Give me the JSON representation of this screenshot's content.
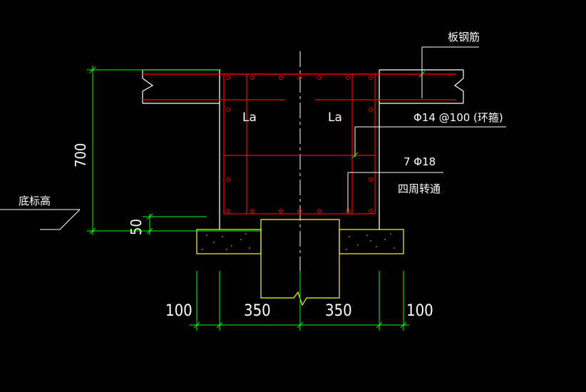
{
  "labels": {
    "slab_rebar": "板钢筋",
    "bottom_elevation": "底标高",
    "stirrup": "Φ14 @100 (环箍)",
    "main_bars": "7 Φ18",
    "around_continuous": "四周转通",
    "anchorage_left": "La",
    "anchorage_right": "La"
  },
  "dimensions": {
    "height_total": "700",
    "height_offset": "50",
    "left_margin": "100",
    "left_half": "350",
    "right_half": "350",
    "right_margin": "100"
  },
  "colors": {
    "background": "#000000",
    "green": "#00ff00",
    "red": "#ff0000",
    "white": "#ffffff",
    "yellow": "#ffff00",
    "axis": "#ffffff"
  }
}
